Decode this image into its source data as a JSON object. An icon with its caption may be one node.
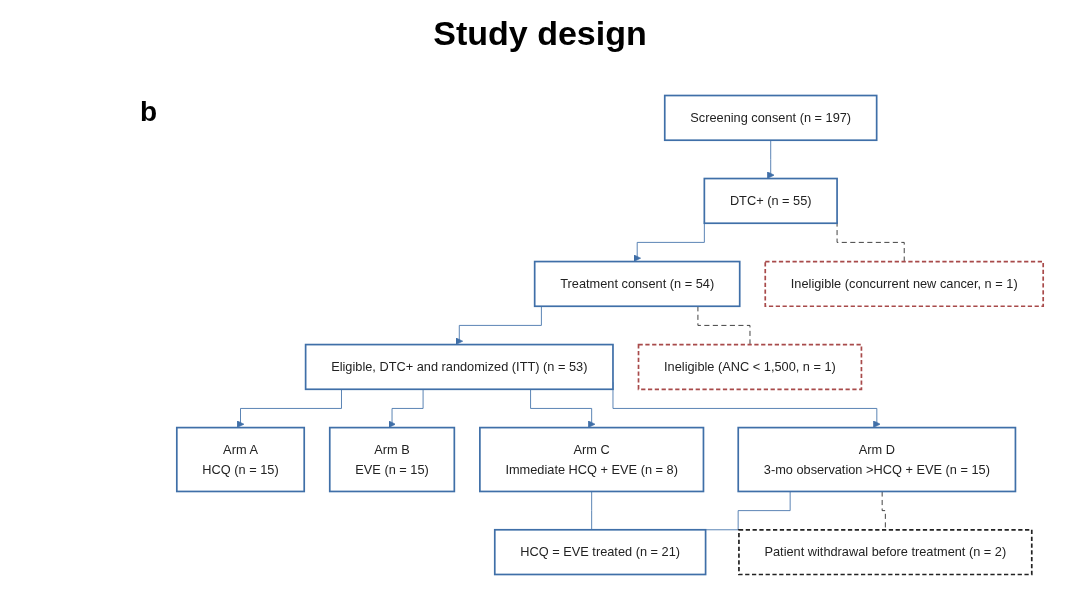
{
  "diagram": {
    "title": "Study design",
    "nodes": [
      {
        "text": [
          "Screening consent (n = 197)"
        ]
      },
      {
        "text": [
          "DTC+ (n = 55)"
        ]
      },
      {
        "text": [
          "Ineligible (concurrent new cancer, n = 1)"
        ]
      },
      {
        "text": [
          "Treatment consent (n = 54)"
        ]
      },
      {
        "text": [
          "Ineligible (ANC < 1,500, n = 1)"
        ]
      },
      {
        "text": [
          "Eligible, DTC+ and randomized (ITT) (n = 53)"
        ]
      },
      {
        "text": [
          "Arm A",
          "HCQ (n = 15)"
        ]
      },
      {
        "text": [
          "Arm B",
          "EVE (n = 15)"
        ]
      },
      {
        "text": [
          "Arm C",
          "Immediate HCQ + EVE (n = 8)"
        ]
      },
      {
        "text": [
          "Arm D",
          "3-mo observation >HCQ + EVE (n = 15)"
        ]
      },
      {
        "text": [
          "Patient withdrawal before treatment (n = 2)"
        ]
      },
      {
        "text": [
          "HCQ = EVE treated (n = 21)"
        ]
      }
    ],
    "edges": [
      {
        "from": 0,
        "to": 1,
        "arrow": "to"
      },
      {
        "from": 1,
        "to": 3,
        "arrow": "to"
      },
      {
        "from": 1,
        "to": 2,
        "arrow": "none",
        "style": "dashed",
        "color": "#222222"
      },
      {
        "from": 3,
        "to": 5,
        "arrow": "to"
      },
      {
        "from": 3,
        "to": 4,
        "arrow": "none",
        "style": "dashed",
        "color": "#222222"
      },
      {
        "from": 5,
        "to": 6,
        "arrow": "to"
      },
      {
        "from": 5,
        "to": 7,
        "arrow": "to"
      },
      {
        "from": 5,
        "to": 8,
        "arrow": "to"
      },
      {
        "from": 5,
        "to": 9,
        "arrow": "to"
      },
      {
        "from": 8,
        "to": 11,
        "arrow": "none"
      },
      {
        "from": 9,
        "to": 11,
        "arrow": "none"
      },
      {
        "from": 9,
        "to": 10,
        "arrow": "none",
        "style": "dashed",
        "color": "#222222"
      }
    ],
    "labels": [
      "b"
    ]
  }
}
